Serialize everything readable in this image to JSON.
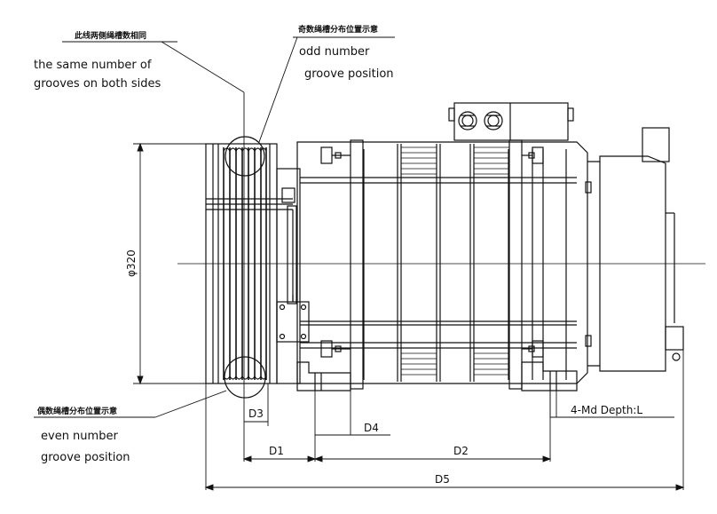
{
  "annotations": {
    "top_left_cn": "此线两侧绳槽数相同",
    "top_left_en_1": "the same number of",
    "top_left_en_2": "grooves on both sides",
    "top_right_cn": "奇数绳槽分布位置示意",
    "top_right_en_1": "odd number",
    "top_right_en_2": "groove position",
    "bottom_left_cn": "偶数绳槽分布位置示意",
    "bottom_left_en_1": "even number",
    "bottom_left_en_2": "groove position"
  },
  "dimensions": {
    "diameter": "φ320",
    "d1": "D1",
    "d2": "D2",
    "d3": "D3",
    "d4": "D4",
    "d5": "D5",
    "holes": "4-Md Depth:L"
  }
}
